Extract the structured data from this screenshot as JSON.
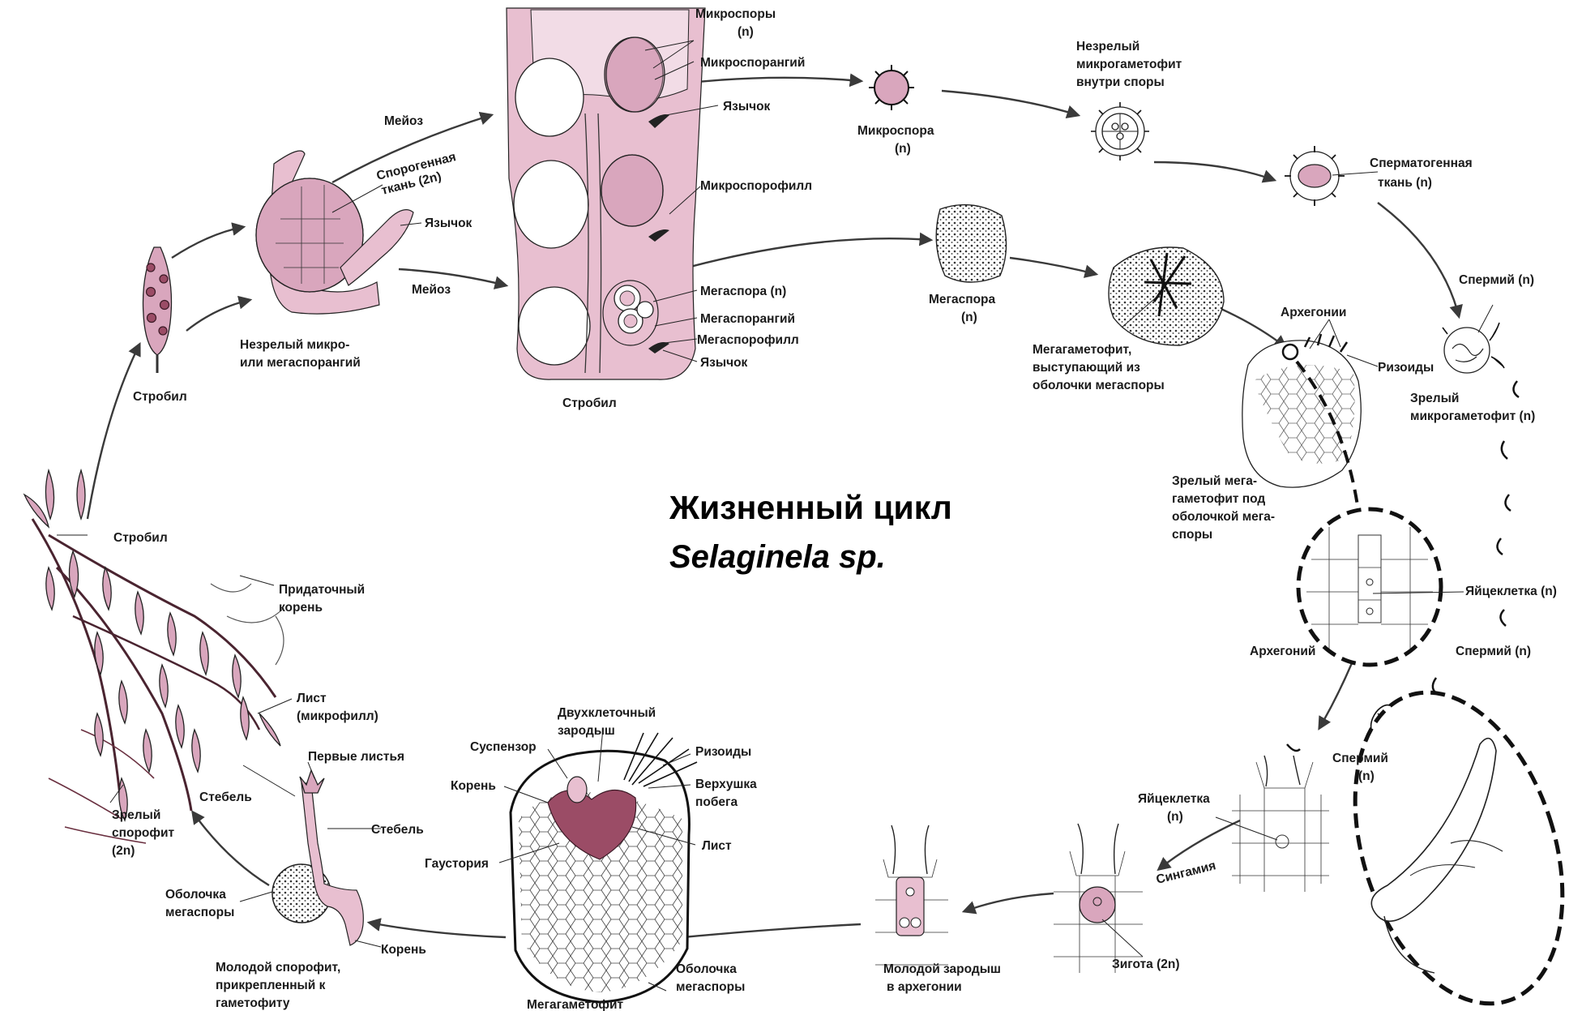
{
  "title": {
    "line1": "Жизненный цикл",
    "line2": "Selaginela sp."
  },
  "labels": {
    "microspores_n": [
      "Микроспоры",
      "(n)"
    ],
    "microsporangium": "Микроспорангий",
    "ligule_top": "Язычок",
    "microsporophyll": "Микроспорофилл",
    "megaspore_n": "Мегаспора (n)",
    "megasporangium": "Мегаспорангий",
    "megasporophyll": "Мегаспорофилл",
    "ligule_bottom": "Язычок",
    "strobilus_center": "Стробил",
    "meiosis_top": "Мейоз",
    "meiosis_bottom": "Мейоз",
    "sporogenous_tissue": [
      "Спорогенная",
      "ткань (2n)"
    ],
    "ligule_sporangium": "Язычок",
    "immature_sporangium": [
      "Незрелый микро-",
      "или мегаспорангий"
    ],
    "strobilus_small": "Стробил",
    "microspore_n": [
      "Микроспора",
      "(n)"
    ],
    "immature_microgametophyte": [
      "Незрелый",
      "микрогаметофит",
      "внутри споры"
    ],
    "spermatogenous_tissue": [
      "Сперматогенная",
      "ткань (n)"
    ],
    "sperm_n_top": "Спермий (n)",
    "rhizoids_right": "Ризоиды",
    "archegonia": "Архегонии",
    "mature_microgametophyte": [
      "Зрелый",
      "микрогаметофит (n)"
    ],
    "megaspore": [
      "Мегаспора",
      "(n)"
    ],
    "megagametophyte_emerging": [
      "Мегагаметофит,",
      "выступающий из",
      "оболочки мегаспоры"
    ],
    "mature_megagametophyte": [
      "Зрелый мега-",
      "гаметофит под",
      "оболочкой мега-",
      "споры"
    ],
    "egg_cell_n": "Яйцеклетка (n)",
    "archegonium": "Архегоний",
    "sperm_n_mid": "Спермий (n)",
    "sperm_n_bottom": [
      "Спермий",
      "(n)"
    ],
    "egg_cell_bottom": [
      "Яйцеклетка",
      "(n)"
    ],
    "syngamy": "Сингамия",
    "zygote": "Зигота (2n)",
    "young_embryo": [
      "Молодой зародыш",
      "в архегонии"
    ],
    "two_cell_embryo": [
      "Двухклеточный",
      "зародыш"
    ],
    "suspensor": "Суспензор",
    "root_embryo": "Корень",
    "rhizoids_bottom": "Ризоиды",
    "shoot_apex": [
      "Верхушка",
      "побега"
    ],
    "leaf_embryo": "Лист",
    "haustorium": "Гаустория",
    "megaspore_wall_bottom": [
      "Оболочка",
      "мегаспоры"
    ],
    "megagametophyte": "Мегагаметофит",
    "first_leaves": "Первые листья",
    "stem_young": "Стебель",
    "megaspore_wall_left": [
      "Оболочка",
      "мегаспоры"
    ],
    "root_young": "Корень",
    "young_sporophyte": [
      "Молодой спорофит,",
      "прикрепленный к",
      "гаметофиту"
    ],
    "strobilus_plant": "Стробил",
    "adventitious_root": [
      "Придаточный",
      "корень"
    ],
    "leaf_microphyll": [
      "Лист",
      "(микрофилл)"
    ],
    "stem_plant": "Стебель",
    "mature_sporophyte": [
      "Зрелый",
      "спорофит",
      "(2n)"
    ]
  },
  "colors": {
    "tissue_pink": "#d9a6bd",
    "tissue_light": "#e8bfd0",
    "tissue_dark": "#9b4c66",
    "ink": "#1a1a1a"
  }
}
